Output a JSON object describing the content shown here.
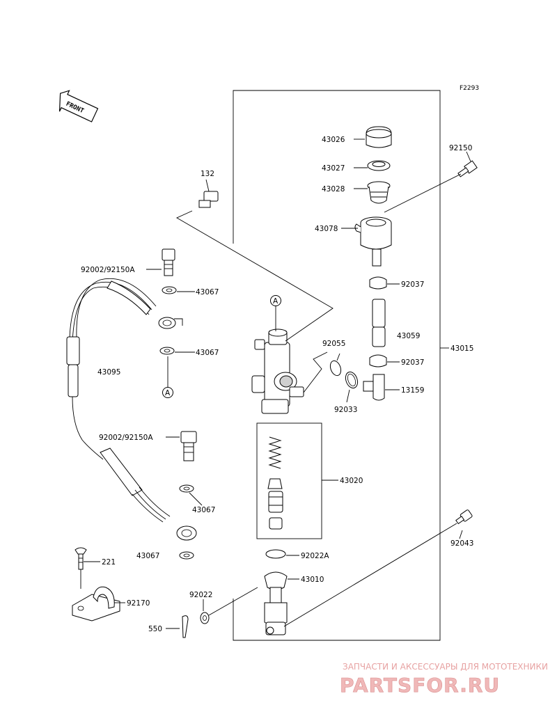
{
  "figure_code": "F2293",
  "front_label": "FRONT",
  "callout_a": "A",
  "parts": {
    "p43026": "43026",
    "p43027": "43027",
    "p43028": "43028",
    "p43078": "43078",
    "p92150": "92150",
    "p132": "132",
    "p92002_top": "92002/92150A",
    "p43067_1": "43067",
    "p43067_2": "43067",
    "p43095": "43095",
    "p92037_1": "92037",
    "p92037_2": "92037",
    "p43059": "43059",
    "p92055": "92055",
    "p43015": "43015",
    "p13159": "13159",
    "p92033": "92033",
    "p92002_bottom": "92002/92150A",
    "p43020": "43020",
    "p43067_3": "43067",
    "p43067_4": "43067",
    "p92043": "92043",
    "p221": "221",
    "p92022A": "92022A",
    "p43010": "43010",
    "p92170": "92170",
    "p92022": "92022",
    "p550": "550"
  },
  "watermark": {
    "tagline": "ЗАПЧАСТИ И АКСЕССУАРЫ ДЛЯ МОТОТЕХНИКИ",
    "brand": "PARTSFOR.RU"
  }
}
